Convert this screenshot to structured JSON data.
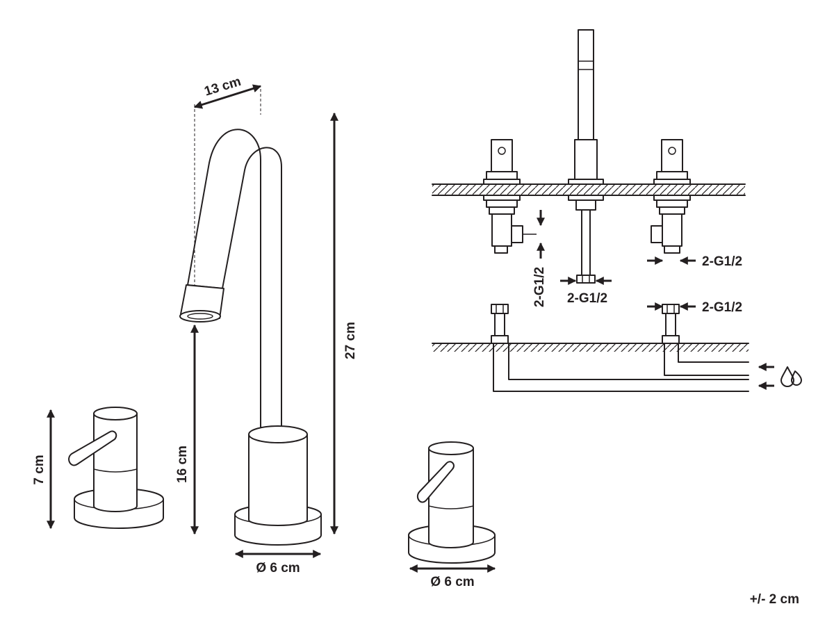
{
  "colors": {
    "ink": "#231f20",
    "background": "#ffffff"
  },
  "dimensions": {
    "spout_reach": "13 cm",
    "total_height": "27 cm",
    "spout_height": "16 cm",
    "handle_height": "7 cm",
    "spout_diameter": "Ø 6 cm",
    "handle_diameter": "Ø 6 cm",
    "tolerance": "+/- 2 cm"
  },
  "connections": {
    "left_valve": "2-G1/2",
    "center_spout": "2-G1/2",
    "right_valve": "2-G1/2",
    "supply_fitting": "2-G1/2"
  },
  "icons": {
    "water_supply": "water-drops-icon"
  }
}
